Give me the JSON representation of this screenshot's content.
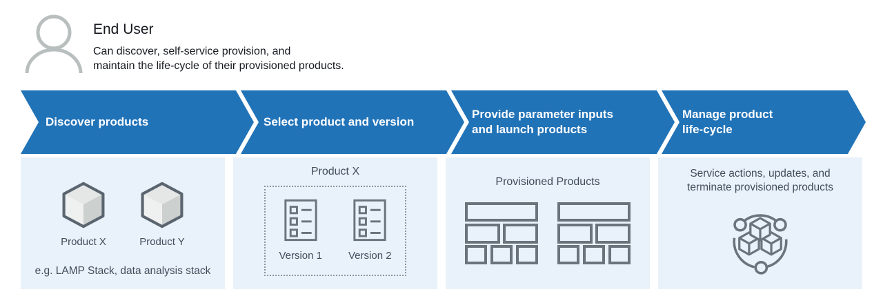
{
  "header": {
    "title": "End User",
    "description_line1": "Can discover, self-service provision, and",
    "description_line2": "maintain the life-cycle of their provisioned products."
  },
  "flow_steps": [
    {
      "line1": "Discover products",
      "line2": ""
    },
    {
      "line1": "Select product and version",
      "line2": ""
    },
    {
      "line1": "Provide parameter inputs",
      "line2": "and launch products"
    },
    {
      "line1": "Manage product",
      "line2": "life-cycle"
    }
  ],
  "panels": {
    "discover": {
      "products": [
        "Product X",
        "Product Y"
      ],
      "caption": "e.g. LAMP Stack, data analysis stack"
    },
    "select": {
      "title": "Product X",
      "versions": [
        "Version 1",
        "Version 2"
      ]
    },
    "provision": {
      "title": "Provisioned Products"
    },
    "manage": {
      "line1": "Service actions, updates, and",
      "line2": "terminate provisioned products"
    }
  },
  "icons": {
    "avatar": "person-outline-icon",
    "product": "cube-3d-icon",
    "version": "list-document-icon",
    "provisioned_product": "card-grid-icon",
    "manage": "service-actions-cubes-icon"
  },
  "colors": {
    "arrow_blue": "#2173b8",
    "panel_bg": "#e9f2fa",
    "icon_stroke": "#6b737c",
    "cube_outline": "#5b6570",
    "cube_top": "#e4e7e6",
    "cube_left": "#eff1f0",
    "cube_right": "#ccd1d0",
    "avatar_stroke": "#b8bfbe",
    "heading_text": "#16191f",
    "panel_text": "#414d5c",
    "arrow_text": "#ffffff"
  }
}
